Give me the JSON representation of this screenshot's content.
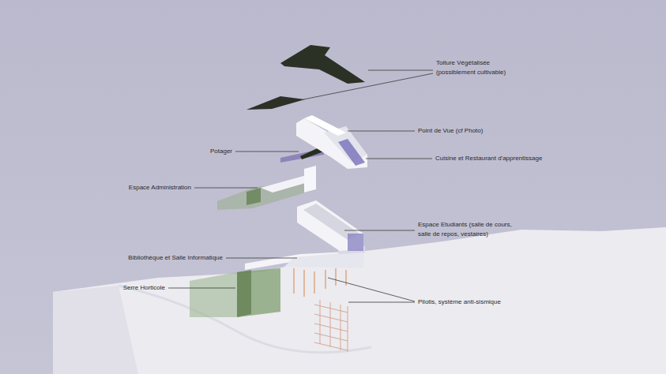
{
  "diagram": {
    "labels": [
      "Toiture Végétalisée (possiblement cultivable)",
      "Point de Vue (cf Photo)",
      "Potager",
      "Cuisine et Restaurant d'apprentissage",
      "Espace Administration",
      "Espace Etudiants (salle de cours, salle de repos, vestaires)",
      "Bibliothèque et Salle Informatique",
      "Serre Horticole",
      "Pilotis, système anti-sismique"
    ]
  }
}
